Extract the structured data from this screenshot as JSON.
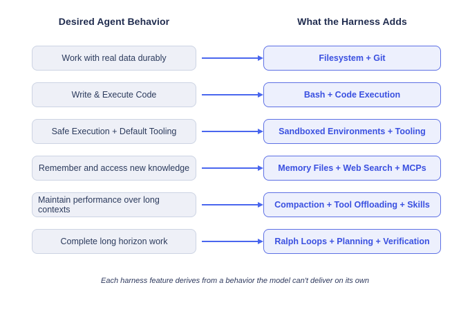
{
  "diagram": {
    "left_header": "Desired Agent Behavior",
    "right_header": "What the Harness Adds",
    "caption": "Each harness feature derives from a behavior the model can't deliver on its own"
  },
  "rows": [
    {
      "left": "Work with real data durably",
      "right": "Filesystem + Git"
    },
    {
      "left": "Write & Execute Code",
      "right": "Bash + Code Execution"
    },
    {
      "left": "Safe Execution + Default Tooling",
      "right": "Sandboxed Environments + Tooling"
    },
    {
      "left": "Remember and access new knowledge",
      "right": "Memory Files + Web Search + MCPs"
    },
    {
      "left": "Maintain performance over long contexts",
      "right": "Compaction + Tool Offloading + Skills"
    },
    {
      "left": "Complete long horizon work",
      "right": "Ralph Loops + Planning + Verification"
    }
  ],
  "colors": {
    "background": "#ffffff",
    "header_text": "#1f2b4e",
    "left_box_bg": "#eef0f7",
    "left_box_border": "#ccd3e3",
    "left_box_text": "#2b3a5c",
    "right_box_bg": "#edf0fd",
    "right_box_border": "#5c6fe4",
    "right_box_text": "#3a50e0",
    "arrow": "#4966ee",
    "caption_text": "#2f3a5e"
  }
}
